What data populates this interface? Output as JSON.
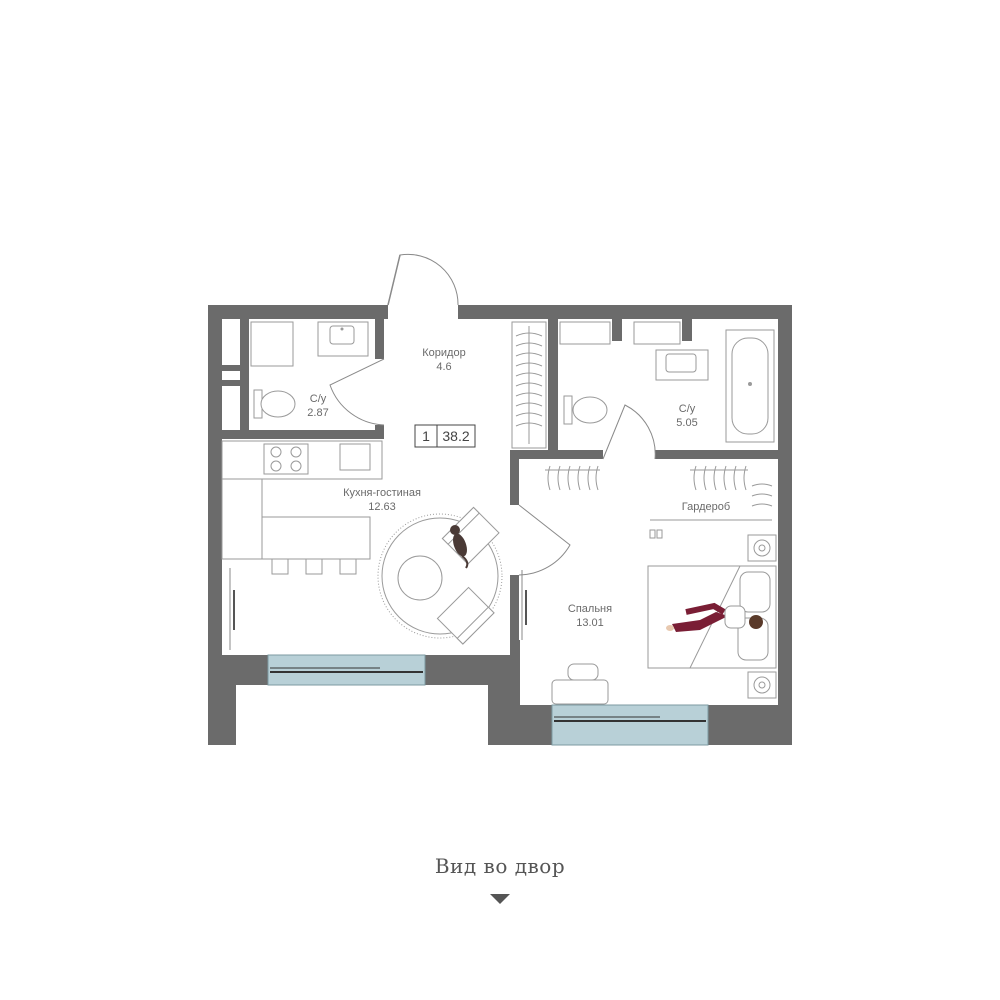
{
  "apartment": {
    "rooms_count": "1",
    "total_area": "38.2"
  },
  "rooms": {
    "corridor": {
      "name": "Коридор",
      "area": "4.6"
    },
    "bathroom_small": {
      "name": "С/у",
      "area": "2.87"
    },
    "bathroom_large": {
      "name": "С/у",
      "area": "5.05"
    },
    "kitchen_living": {
      "name": "Кухня-гостиная",
      "area": "12.63"
    },
    "wardrobe": {
      "name": "Гардероб"
    },
    "bedroom": {
      "name": "Спальня",
      "area": "13.01"
    }
  },
  "view": {
    "label": "Вид во двор"
  },
  "colors": {
    "wall": "#6b6b6b",
    "window_glass": "#b8d0d7",
    "bed_blanket": "#7a1e35"
  }
}
